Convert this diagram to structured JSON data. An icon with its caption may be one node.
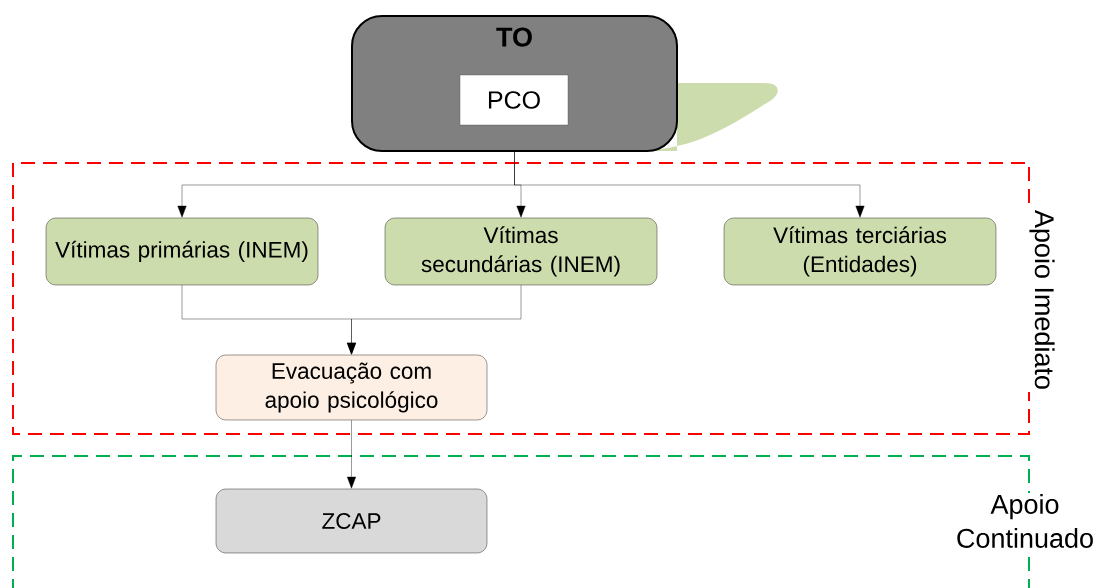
{
  "diagram": {
    "nodes": [
      {
        "text": [
          "TO"
        ]
      },
      {
        "text": [
          "PCO"
        ],
        "in": 0
      },
      {
        "text": [
          "Apoio Imediato"
        ]
      },
      {
        "text": [
          "Vítimas primárias (INEM)"
        ],
        "in": 2
      },
      {
        "text": [
          "Vítimas secundárias (INEM)"
        ],
        "in": 2
      },
      {
        "text": [
          "Vítimas terciárias (Entidades)"
        ],
        "in": 2
      },
      {
        "text": [
          "Evacuação com apoio psicológico"
        ],
        "in": 2
      },
      {
        "text": [
          "Apoio Continuado"
        ]
      },
      {
        "text": [
          "ZCAP"
        ],
        "in": 7
      }
    ],
    "edges": [
      {
        "from": 0,
        "to": 3,
        "arrow": "to"
      },
      {
        "from": 0,
        "to": 4,
        "arrow": "to"
      },
      {
        "from": 0,
        "to": 5,
        "arrow": "to"
      },
      {
        "from": 3,
        "to": 6,
        "arrow": "to"
      },
      {
        "from": 4,
        "to": 6,
        "arrow": "to"
      },
      {
        "from": 6,
        "to": 8,
        "arrow": "to"
      }
    ]
  }
}
